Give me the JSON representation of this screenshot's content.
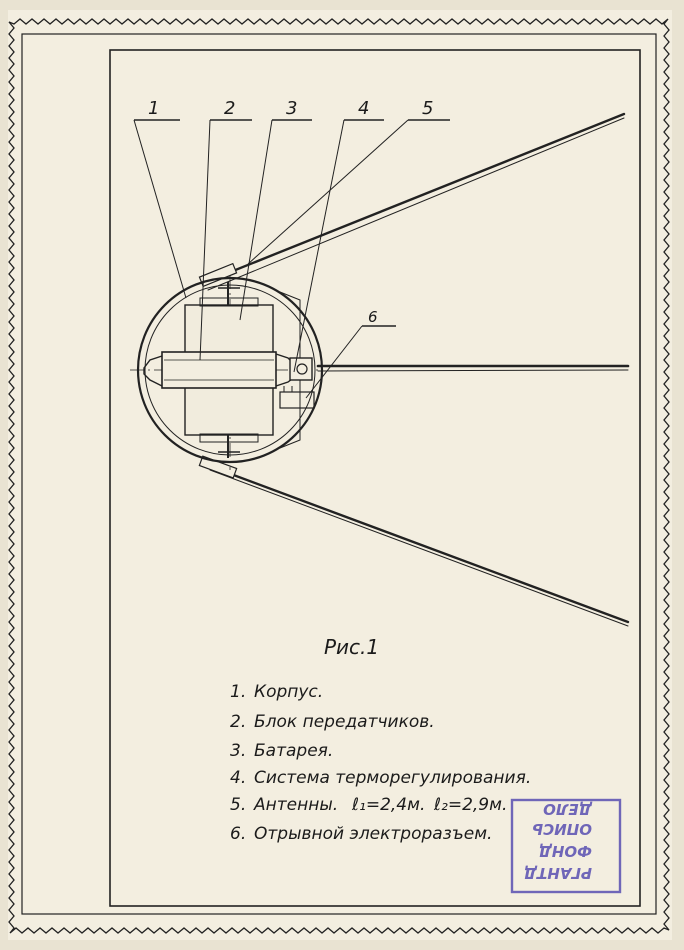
{
  "callouts": [
    "1",
    "2",
    "3",
    "4",
    "5",
    "6"
  ],
  "caption": "Рис.1",
  "legend": [
    {
      "num": "1.",
      "text": "Корпус."
    },
    {
      "num": "2.",
      "text": "Блок передатчиков."
    },
    {
      "num": "3.",
      "text": "Батарея."
    },
    {
      "num": "4.",
      "text": "Система терморегулирования."
    },
    {
      "num": "5.",
      "text": "Антенны."
    },
    {
      "num": "6.",
      "text": "Отрывной электроразъем."
    }
  ],
  "antenna_lengths": {
    "l1": "ℓ₁=2,4м.",
    "l2": "ℓ₂=2,9м."
  },
  "stamp": {
    "lines": [
      "РГАНТД",
      "ФОНД",
      "ОПИСЬ",
      "ДЕЛО"
    ],
    "color": "#6f66b8"
  },
  "colors": {
    "paper": "#f3eee0",
    "ink": "#1b1b1b",
    "pencil": "#8b8b8b"
  }
}
